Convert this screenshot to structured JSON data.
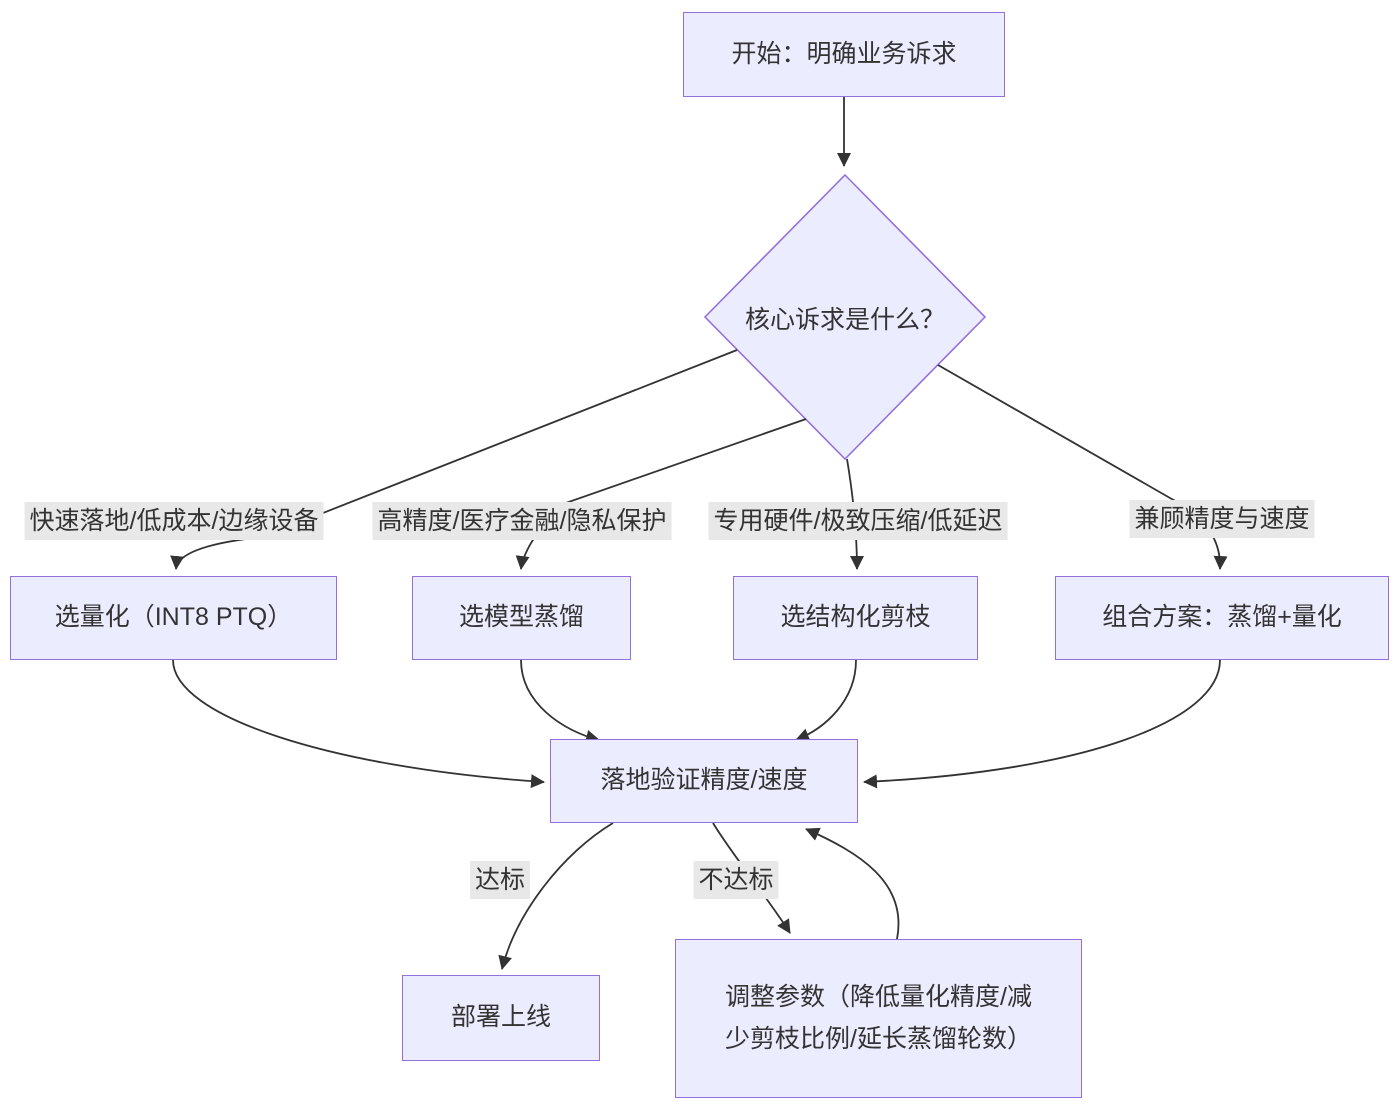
{
  "nodes": {
    "start": {
      "label": "开始：明确业务诉求"
    },
    "decision": {
      "label": "核心诉求是什么？"
    },
    "quant": {
      "label": "选量化（INT8 PTQ）"
    },
    "distill": {
      "label": "选模型蒸馏"
    },
    "prune": {
      "label": "选结构化剪枝"
    },
    "combo": {
      "label": "组合方案：蒸馏+量化"
    },
    "validate": {
      "label": "落地验证精度/速度"
    },
    "deploy": {
      "label": "部署上线"
    },
    "adjust": {
      "label": "调整参数（降低量化精度/减少剪枝比例/延长蒸馏轮数）"
    }
  },
  "edge_labels": {
    "to_quant": "快速落地/低成本/边缘设备",
    "to_distill": "高精度/医疗金融/隐私保护",
    "to_prune": "专用硬件/极致压缩/低延迟",
    "to_combo": "兼顾精度与速度",
    "pass": "达标",
    "fail": "不达标"
  },
  "colors": {
    "node_fill": "#ECECFF",
    "node_border": "#9370DB",
    "edge_line": "#333333",
    "label_bg": "#E8E8E8",
    "text": "#333333"
  }
}
